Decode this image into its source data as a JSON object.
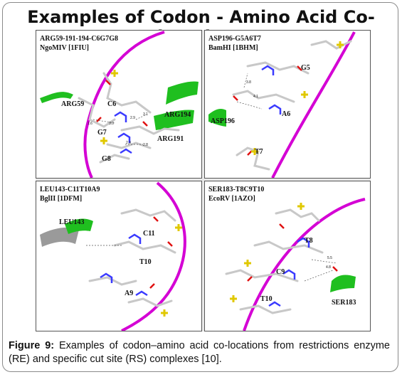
{
  "title": "Examples of Codon - Amino Acid Co-locations",
  "panels": [
    {
      "line1": "ARG59-191-194-C6G7G8",
      "line2": "NgoMIV [1FIU]",
      "labels": {
        "a": "ARG59",
        "b": "C6",
        "c": "ARG194",
        "d": "G7",
        "e": "ARG191",
        "f": "G8"
      },
      "dists": [
        "3.0",
        "3.1",
        "2.9",
        "1.6",
        "2.9",
        "2.8"
      ]
    },
    {
      "line1": "ASP196-G5A6T7",
      "line2": "BamHI [1BHM]",
      "labels": {
        "a": "G5",
        "b": "A6",
        "c": "ASP196",
        "d": "T7"
      },
      "dists": [
        "3.8",
        "4.1"
      ]
    },
    {
      "line1": "LEU143-C11T10A9",
      "line2": "BglII [1DFM]",
      "labels": {
        "a": "LEU143",
        "b": "C11",
        "c": "T10",
        "d": "A9"
      },
      "dists": []
    },
    {
      "line1": "SER183-T8C9T10",
      "line2": "EcoRV [1AZO]",
      "labels": {
        "a": "T8",
        "b": "C9",
        "c": "T10",
        "d": "SER183"
      },
      "dists": [
        "5.5",
        "4.8"
      ]
    }
  ],
  "caption": {
    "label": "Figure 9:",
    "text": "Examples of codon–amino acid co-locations from restrictions enzyme (RE) and specific cut site (RS) complexes [10]."
  },
  "colors": {
    "backbone": "#d400d4",
    "ribbon": "#1fbf1f",
    "phosphate": "#e0c800",
    "oxygen": "#e01010",
    "nitrogen": "#3a3aff"
  }
}
